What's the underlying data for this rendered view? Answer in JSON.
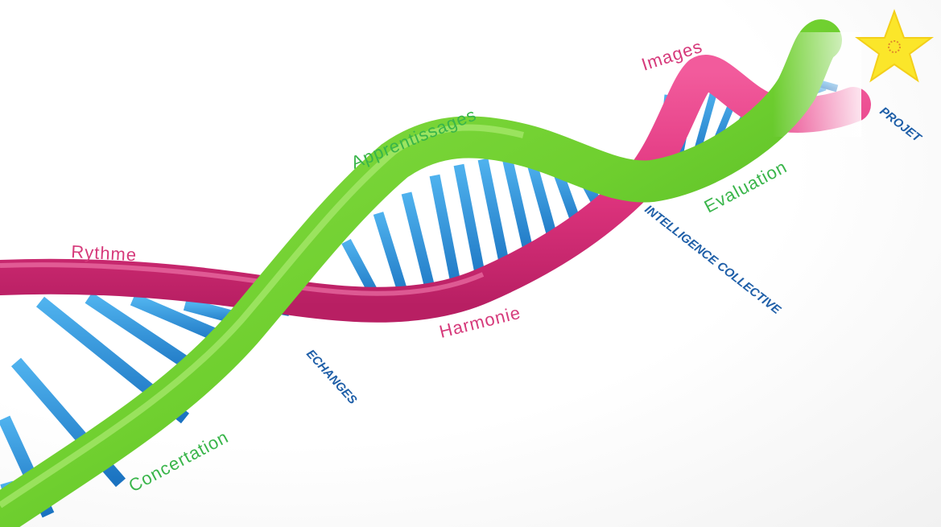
{
  "labels": {
    "rythme": "Rythme",
    "apprentissages": "Apprentissages",
    "images": "Images",
    "projet": "PROJET",
    "evaluation": "Evaluation",
    "intelligence_collective": "INTELLIGENCE COLLECTIVE",
    "harmonie": "Harmonie",
    "echanges": "ECHANGES",
    "concertation": "Concertation"
  },
  "colors": {
    "pink_strand": "#e0357f",
    "green_strand": "#6fcf2f",
    "rungs": "#2a8fd8",
    "star": "#fbe62a",
    "pink_text": "#d63a7b",
    "green_text": "#39b54a",
    "blue_text": "#1f5fa8"
  }
}
